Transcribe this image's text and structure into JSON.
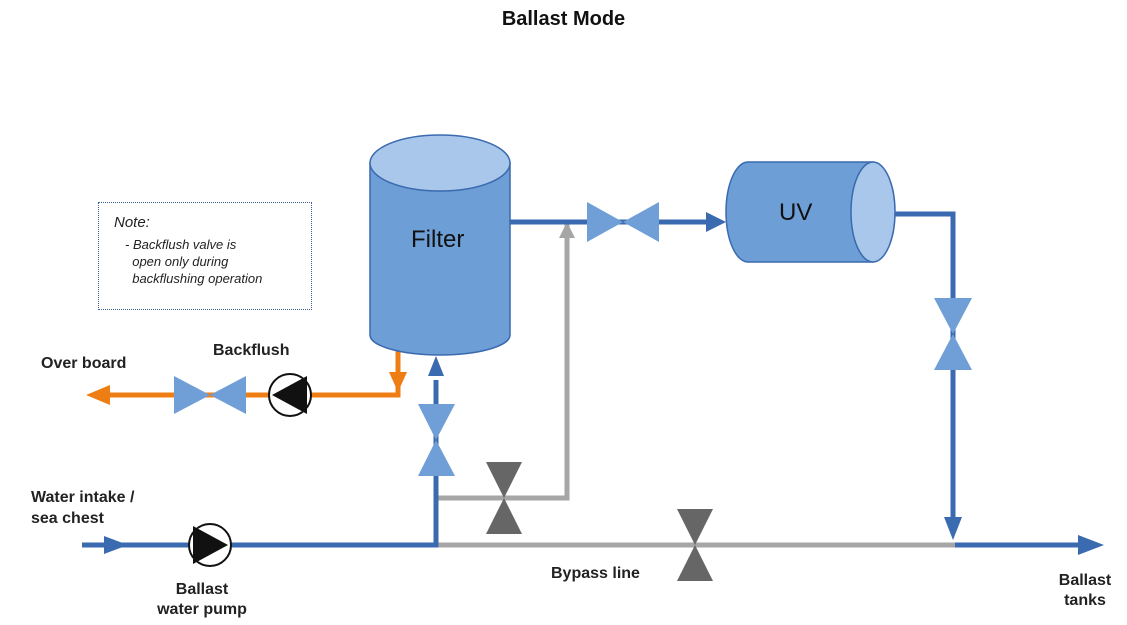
{
  "title": "Ballast Mode",
  "components": {
    "filter": "Filter",
    "uv": "UV"
  },
  "note": {
    "heading": "Note:",
    "body": "- Backflush valve is\n  open only during\n  backflushing operation"
  },
  "labels": {
    "overboard": "Over board",
    "backflush": "Backflush",
    "water_intake_line1": "Water intake /",
    "water_intake_line2": "sea chest",
    "pump_line1": "Ballast",
    "pump_line2": "water pump",
    "bypass": "Bypass line",
    "tanks_line1": "Ballast",
    "tanks_line2": "tanks"
  },
  "colors": {
    "main_line": "#3a6aaf",
    "bypass_line": "#a6a6a6",
    "backflush_line": "#ee7d14",
    "valve_blue": "#6f9fd6",
    "valve_gray": "#666666",
    "tank_body": "#6d9ed6",
    "tank_top": "#a9c7ea"
  },
  "icons": [
    "valve-icon",
    "pump-icon",
    "arrow-icon"
  ]
}
